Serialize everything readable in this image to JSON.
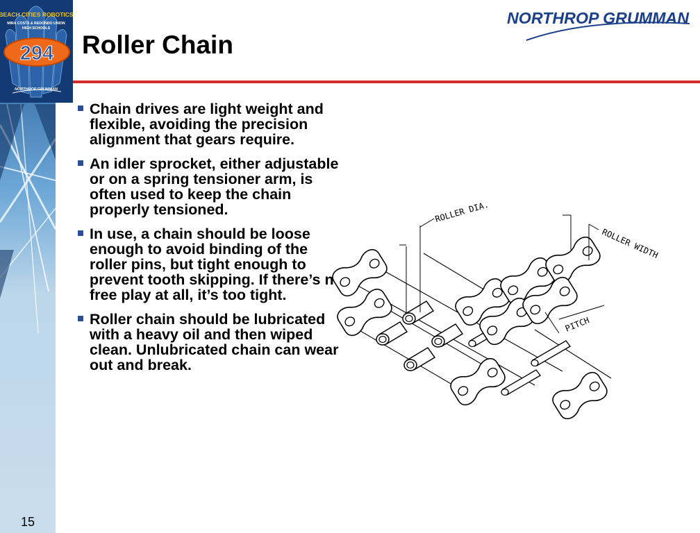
{
  "slide": {
    "title": "Roller Chain",
    "page_number": "15"
  },
  "team_logo": {
    "team_name": "BEACH CITIES ROBOTICS",
    "schools": "MIRA COSTA & REDONDO UNION HIGH SCHOOLS",
    "number": "294",
    "sponsor": "NORTHROP GRUMMAN"
  },
  "sponsor_logo": {
    "text": "NORTHROP GRUMMAN"
  },
  "bullets": [
    "Chain drives are light weight and flexible, avoiding the precision alignment that gears require.",
    "An idler sprocket, either adjustable or on a spring tensioner arm, is often used to keep the chain properly tensioned.",
    "In use, a chain should be loose enough to avoid binding of the roller pins, but tight enough to prevent tooth skipping. If there’s no free play at all, it’s too tight.",
    "Roller chain should be lubricated with a heavy oil and then wiped clean. Unlubricated chain can wear out and break."
  ],
  "diagram": {
    "labels": {
      "roller_dia": "ROLLER DIA.",
      "roller_width": "ROLLER WIDTH",
      "pitch": "PITCH"
    }
  },
  "colors": {
    "accent_rule": "#d42a2a",
    "bullet": "#2a4f96",
    "sidebar": "#c7dcec"
  }
}
